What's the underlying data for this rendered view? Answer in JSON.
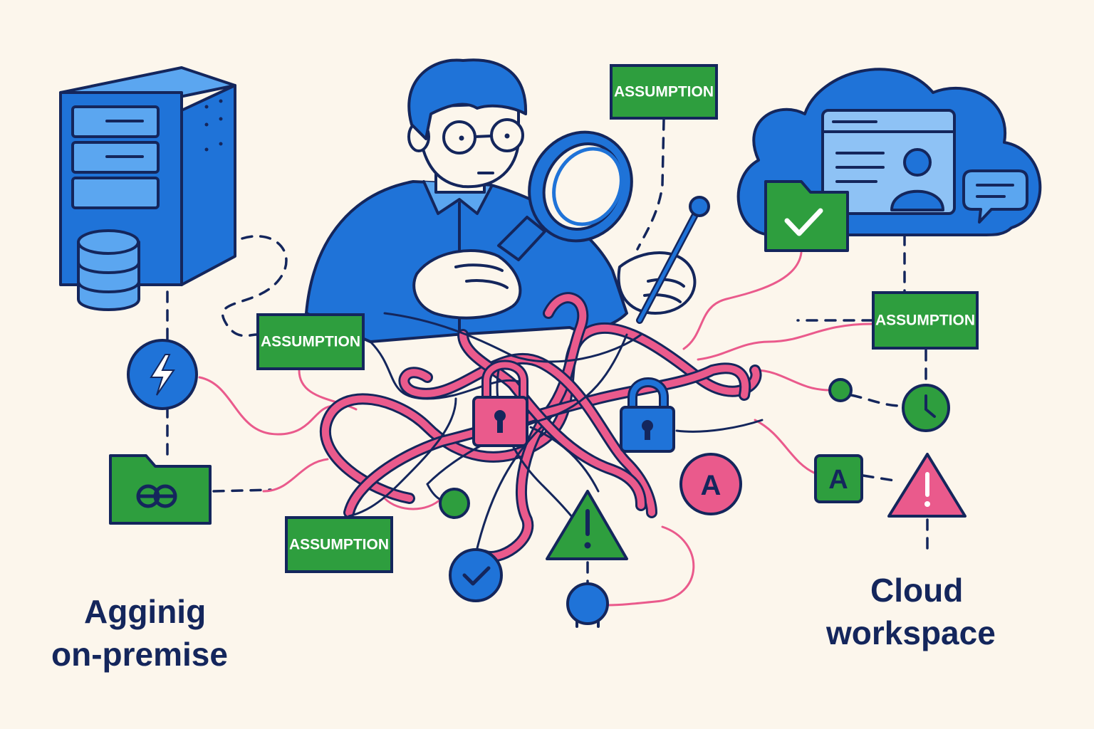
{
  "labels": {
    "assumption_1": "ASSUMPTION",
    "assumption_2": "ASSUMPTION",
    "assumption_3": "ASSUMPTION",
    "assumption_4": "ASSUMPTION"
  },
  "badges": {
    "letter_center": "A",
    "letter_right": "A"
  },
  "captions": {
    "left_line1": "Agginig",
    "left_line2": "on-premise",
    "right_line1": "Cloud",
    "right_line2": "workspace"
  },
  "colors": {
    "background": "#fcf6ec",
    "blue": "#1f73d8",
    "navy": "#14265c",
    "green": "#2e9e3e",
    "pink": "#ea5a8c"
  },
  "icons": [
    "server-icon",
    "database-icon",
    "lightning-icon",
    "folder-link-icon",
    "cloud-icon",
    "browser-window-icon",
    "user-icon",
    "chat-bubble-icon",
    "folder-check-icon",
    "clock-icon",
    "lock-icon",
    "warning-icon",
    "check-icon",
    "magnifying-glass-icon",
    "pointer-stick-icon"
  ]
}
